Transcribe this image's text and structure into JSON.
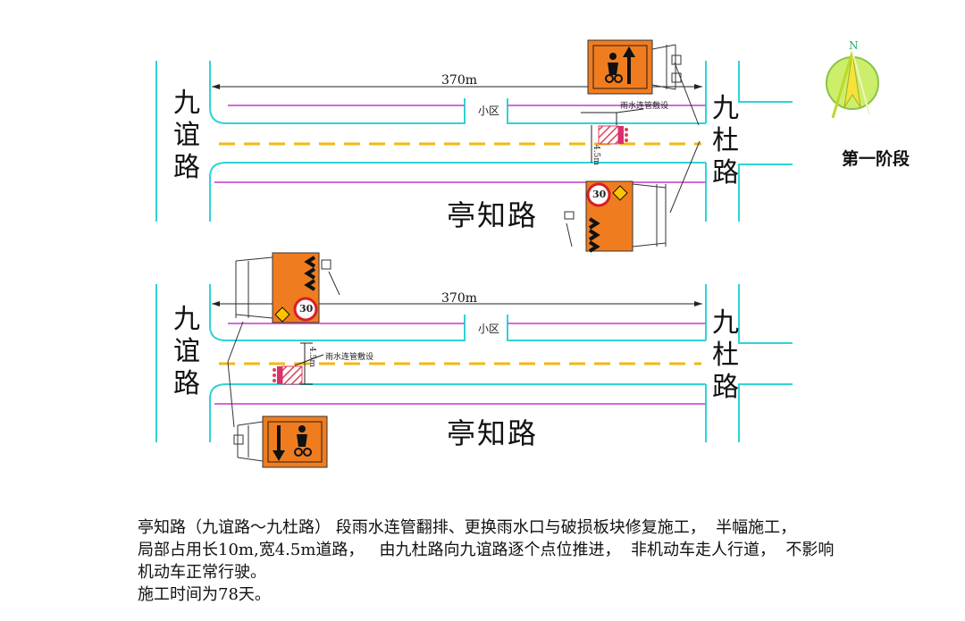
{
  "stages": [
    {
      "roads": {
        "west": "九谊路",
        "east": "九杜路",
        "main": "亭知路"
      },
      "length_label": "370m",
      "area_label": "小区",
      "pipe_label": "雨水连管敷设",
      "width_label": "4.5m",
      "speed_limit": "30"
    },
    {
      "roads": {
        "west": "九谊路",
        "east": "九杜路",
        "main": "亭知路"
      },
      "length_label": "370m",
      "area_label": "小区",
      "pipe_label": "雨水连管敷设",
      "width_label": "4.5m",
      "speed_limit": "30"
    }
  ],
  "stage_title": "第一阶段",
  "compass_label": "N",
  "description": {
    "line1": "亭知路（九谊路～九杜路） 段雨水连管翻排、更换雨水口与破损板块修复施工，  半幅施工，",
    "line2": "局部占用长10m,宽4.5m道路，   由九杜路向九谊路逐个点位推进，  非机动车走人行道，  不影响",
    "line3": "机动车正常行驶。",
    "line4": "施工时间为78天。"
  },
  "colors": {
    "sign_orange": "#ef7d1f",
    "curb_cyan": "#2fd3d8",
    "lane_magenta": "#d36ad8",
    "center_yellow": "#f3b812"
  }
}
